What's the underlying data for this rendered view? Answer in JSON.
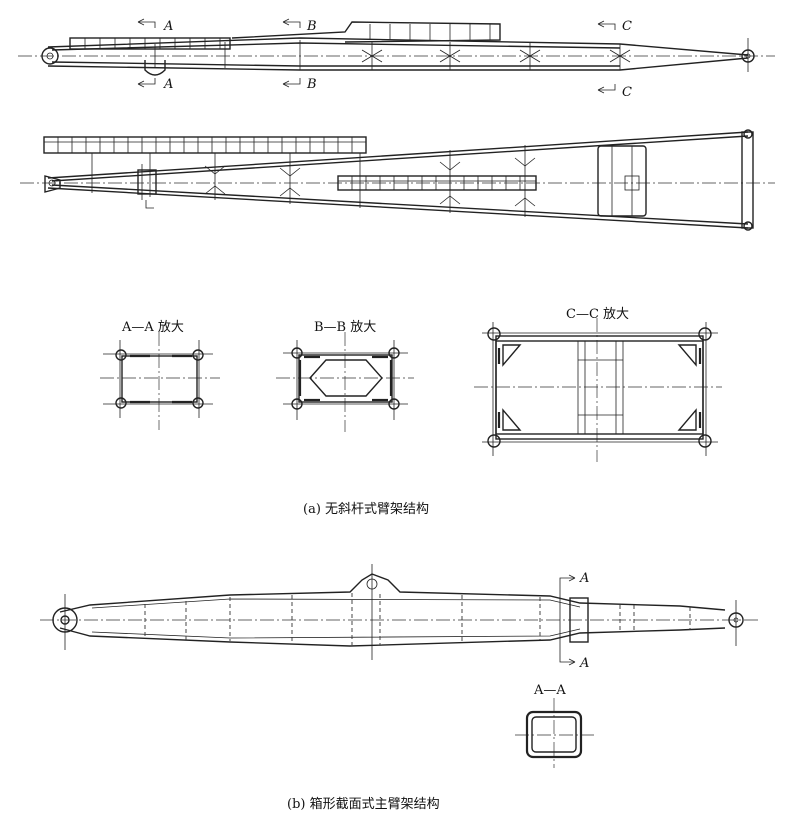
{
  "top": {
    "cut_a_top": "A",
    "cut_a_bottom": "A",
    "cut_b_top": "B",
    "cut_b_bottom": "B",
    "cut_c_top": "C",
    "cut_c_bottom": "C"
  },
  "sections_a": {
    "aa_title": "A—A 放大",
    "bb_title": "B—B 放大",
    "cc_title": "C—C 放大"
  },
  "caption_a": "(a)  无斜杆式臂架结构",
  "bottom": {
    "cut_top": "A",
    "cut_bottom": "A",
    "section_title": "A—A"
  },
  "caption_b": "(b) 箱形截面式主臂架结构"
}
